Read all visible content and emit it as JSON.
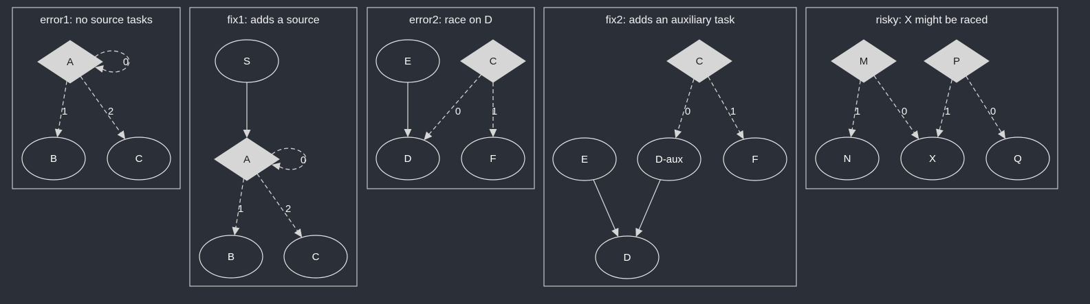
{
  "clusters": [
    {
      "id": "error1",
      "title": "error1: no source tasks",
      "nodes": [
        {
          "id": "A",
          "label": "A",
          "shape": "diamond"
        },
        {
          "id": "B",
          "label": "B",
          "shape": "ellipse"
        },
        {
          "id": "C",
          "label": "C",
          "shape": "ellipse"
        }
      ],
      "edges": [
        {
          "from": "A",
          "to": "A",
          "label": "0",
          "style": "dashed",
          "self_loop": true
        },
        {
          "from": "A",
          "to": "B",
          "label": "1",
          "style": "dashed"
        },
        {
          "from": "A",
          "to": "C",
          "label": "2",
          "style": "dashed"
        }
      ]
    },
    {
      "id": "fix1",
      "title": "fix1: adds a source",
      "nodes": [
        {
          "id": "S",
          "label": "S",
          "shape": "ellipse"
        },
        {
          "id": "A",
          "label": "A",
          "shape": "diamond"
        },
        {
          "id": "B",
          "label": "B",
          "shape": "ellipse"
        },
        {
          "id": "C",
          "label": "C",
          "shape": "ellipse"
        }
      ],
      "edges": [
        {
          "from": "S",
          "to": "A",
          "label": "",
          "style": "solid"
        },
        {
          "from": "A",
          "to": "A",
          "label": "0",
          "style": "dashed",
          "self_loop": true
        },
        {
          "from": "A",
          "to": "B",
          "label": "1",
          "style": "dashed"
        },
        {
          "from": "A",
          "to": "C",
          "label": "2",
          "style": "dashed"
        }
      ]
    },
    {
      "id": "error2",
      "title": "error2: race on D",
      "nodes": [
        {
          "id": "E",
          "label": "E",
          "shape": "ellipse"
        },
        {
          "id": "C",
          "label": "C",
          "shape": "diamond"
        },
        {
          "id": "D",
          "label": "D",
          "shape": "ellipse"
        },
        {
          "id": "F",
          "label": "F",
          "shape": "ellipse"
        }
      ],
      "edges": [
        {
          "from": "E",
          "to": "D",
          "label": "",
          "style": "solid"
        },
        {
          "from": "C",
          "to": "D",
          "label": "0",
          "style": "dashed"
        },
        {
          "from": "C",
          "to": "F",
          "label": "1",
          "style": "dashed"
        }
      ]
    },
    {
      "id": "fix2",
      "title": "fix2: adds an auxiliary task",
      "nodes": [
        {
          "id": "C",
          "label": "C",
          "shape": "diamond"
        },
        {
          "id": "E",
          "label": "E",
          "shape": "ellipse"
        },
        {
          "id": "D-aux",
          "label": "D-aux",
          "shape": "ellipse"
        },
        {
          "id": "F",
          "label": "F",
          "shape": "ellipse"
        },
        {
          "id": "D",
          "label": "D",
          "shape": "ellipse"
        }
      ],
      "edges": [
        {
          "from": "C",
          "to": "D-aux",
          "label": "0",
          "style": "dashed"
        },
        {
          "from": "C",
          "to": "F",
          "label": "1",
          "style": "dashed"
        },
        {
          "from": "E",
          "to": "D",
          "label": "",
          "style": "solid"
        },
        {
          "from": "D-aux",
          "to": "D",
          "label": "",
          "style": "solid"
        }
      ]
    },
    {
      "id": "risky",
      "title": "risky: X might be raced",
      "nodes": [
        {
          "id": "M",
          "label": "M",
          "shape": "diamond"
        },
        {
          "id": "P",
          "label": "P",
          "shape": "diamond"
        },
        {
          "id": "N",
          "label": "N",
          "shape": "ellipse"
        },
        {
          "id": "X",
          "label": "X",
          "shape": "ellipse"
        },
        {
          "id": "Q",
          "label": "Q",
          "shape": "ellipse"
        }
      ],
      "edges": [
        {
          "from": "M",
          "to": "N",
          "label": "1",
          "style": "dashed"
        },
        {
          "from": "M",
          "to": "X",
          "label": "0",
          "style": "dashed"
        },
        {
          "from": "P",
          "to": "X",
          "label": "1",
          "style": "dashed"
        },
        {
          "from": "P",
          "to": "Q",
          "label": "0",
          "style": "dashed"
        }
      ]
    }
  ]
}
